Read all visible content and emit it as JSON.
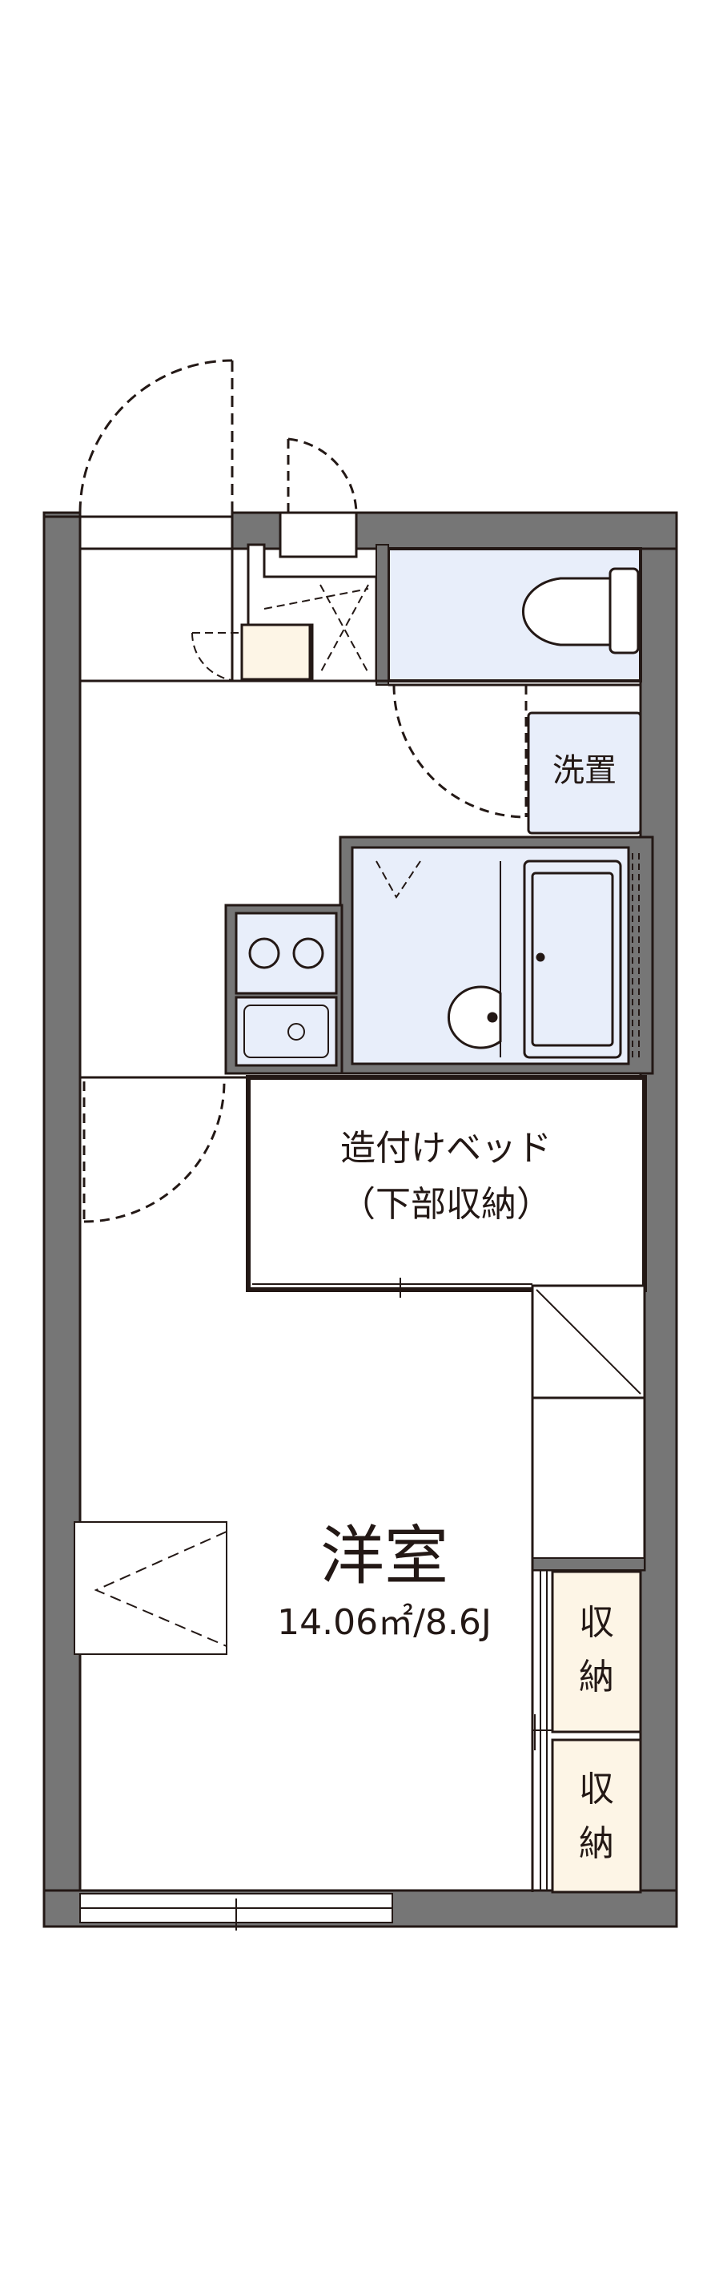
{
  "rooms": {
    "western_room": {
      "name": "洋室",
      "area": "14.06㎡/8.6J"
    },
    "built_in_bed": {
      "name": "造付けベッド",
      "note": "（下部収納）"
    },
    "laundry": {
      "name": "洗置"
    },
    "storage_upper": {
      "line1": "収",
      "line2": "納"
    },
    "storage_lower": {
      "line1": "収",
      "line2": "納"
    }
  },
  "colors": {
    "wall": "#767676",
    "wet_area": "#e8eefa",
    "storage": "#fdf5e6",
    "line": "#231815"
  }
}
